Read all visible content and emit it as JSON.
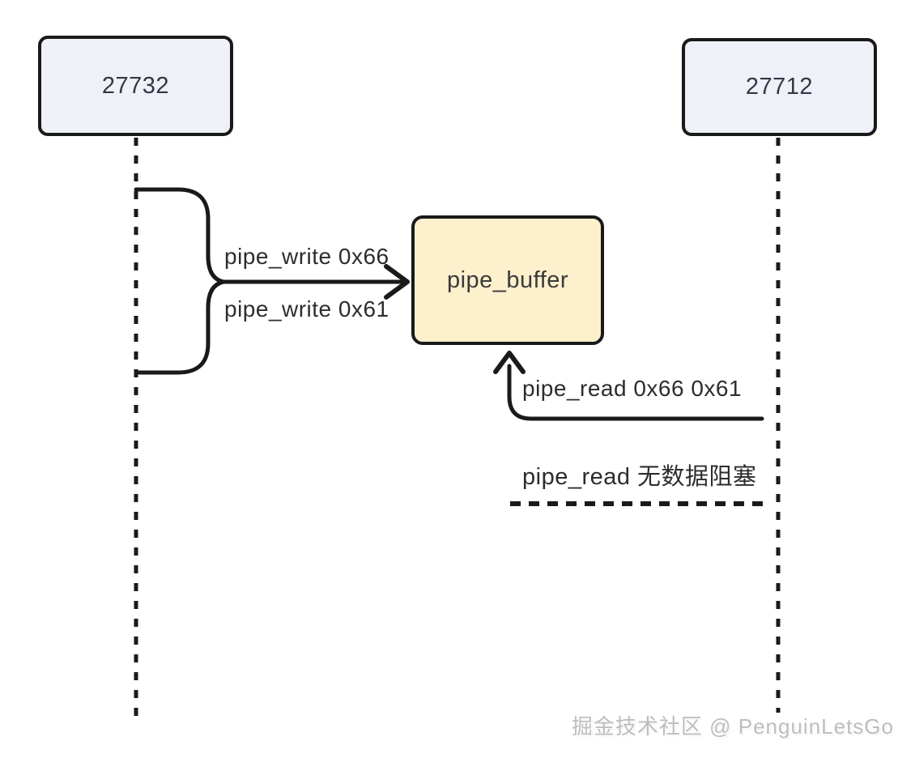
{
  "diagram": {
    "processes": {
      "writer": {
        "pid": "27732"
      },
      "reader": {
        "pid": "27712"
      }
    },
    "buffer": {
      "label": "pipe_buffer"
    },
    "events": {
      "write_call_1": "pipe_write 0x66",
      "write_call_2": "pipe_write 0x61",
      "read_call": "pipe_read 0x66 0x61",
      "blocked_read": "pipe_read 无数据阻塞"
    },
    "watermark": "掘金技术社区 @ PenguinLetsGo",
    "colors": {
      "process_box_fill": "#eef1f8",
      "buffer_box_fill": "#fdf0cd",
      "line_stroke": "#1a1a1a",
      "label_text": "#2d2d2d",
      "watermark_text": "#bdbdbd"
    }
  }
}
